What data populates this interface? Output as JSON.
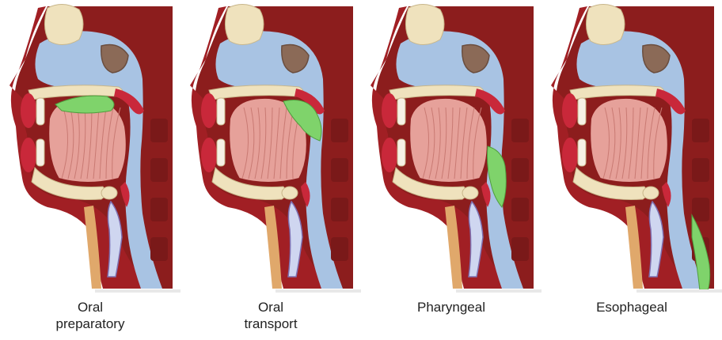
{
  "stages": [
    {
      "caption_line1": "Oral",
      "caption_line2": "preparatory",
      "bolus": "oral-cavity"
    },
    {
      "caption_line1": "Oral",
      "caption_line2": "transport",
      "bolus": "oropharynx"
    },
    {
      "caption_line1": "Pharyngeal",
      "caption_line2": "",
      "bolus": "pharynx"
    },
    {
      "caption_line1": "Esophageal",
      "caption_line2": "",
      "bolus": "esophagus"
    }
  ],
  "colors": {
    "tissue": "#8c1d1d",
    "airway": "#a8c3e3",
    "tongue": "#e6a19a",
    "bone": "#efe2bd",
    "bolus": "#7fd36b",
    "cartilage": "#c9283a"
  }
}
